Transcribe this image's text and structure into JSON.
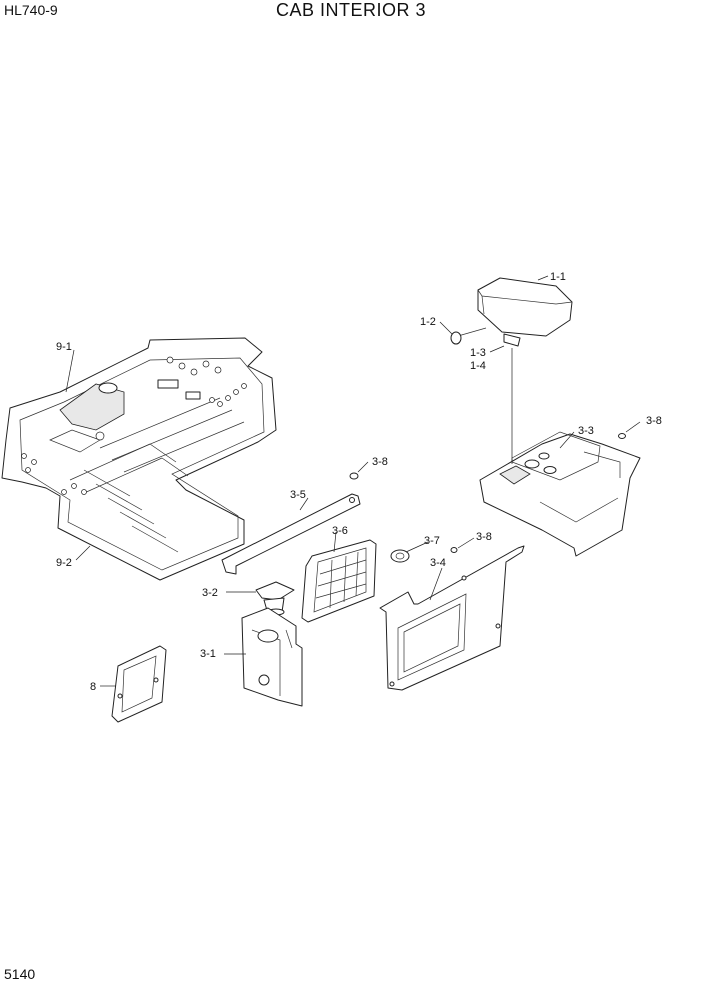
{
  "header": {
    "model": "HL740-9",
    "title": "CAB INTERIOR 3"
  },
  "footer": {
    "page_number": "5140"
  },
  "callouts": {
    "c1_1": "1-1",
    "c1_2": "1-2",
    "c1_3": "1-3",
    "c1_4": "1-4",
    "c3_1": "3-1",
    "c3_2": "3-2",
    "c3_3": "3-3",
    "c3_4": "3-4",
    "c3_5": "3-5",
    "c3_6": "3-6",
    "c3_7": "3-7",
    "c3_8a": "3-8",
    "c3_8b": "3-8",
    "c3_8c": "3-8",
    "c8": "8",
    "c9_1": "9-1",
    "c9_2": "9-2"
  }
}
